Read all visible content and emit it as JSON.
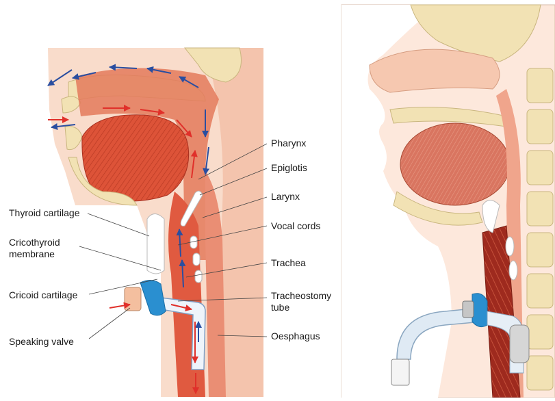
{
  "left_panel": {
    "labels_left": [
      {
        "id": "thyroid-cartilage",
        "text": "Thyroid cartilage"
      },
      {
        "id": "cricothyroid-membrane",
        "text": "Cricothyroid membrane"
      },
      {
        "id": "cricoid-cartilage",
        "text": "Cricoid cartilage"
      },
      {
        "id": "speaking-valve",
        "text": "Speaking valve"
      }
    ],
    "labels_right": [
      {
        "id": "pharynx",
        "text": "Pharynx"
      },
      {
        "id": "epiglotis",
        "text": "Epiglotis"
      },
      {
        "id": "larynx",
        "text": "Larynx"
      },
      {
        "id": "vocal-cords",
        "text": "Vocal cords"
      },
      {
        "id": "trachea",
        "text": "Trachea"
      },
      {
        "id": "tracheostomy-tube",
        "text": "Tracheostomy tube"
      },
      {
        "id": "oesphagus",
        "text": "Oesphagus"
      }
    ]
  },
  "colors": {
    "skin": "#f9dccb",
    "bone": "#f2e2b4",
    "muscle": "#e05a40",
    "tissue": "#f0a58c",
    "airflow_in": "#e0302a",
    "airflow_out": "#2a4ea0",
    "valve": "#2a8fd0",
    "trachea_dark": "#a83020"
  }
}
